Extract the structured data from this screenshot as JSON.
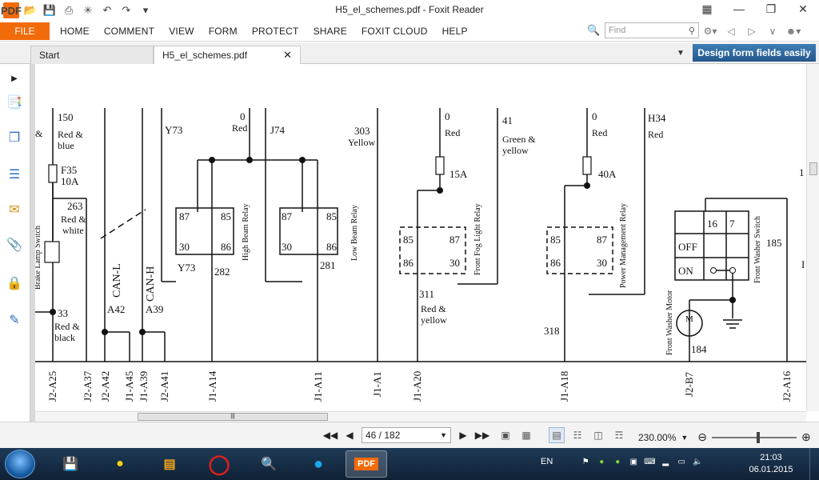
{
  "window": {
    "title": "H5_el_schemes.pdf - Foxit Reader",
    "logo_text": "PDF"
  },
  "ribbon": {
    "file_label": "FILE",
    "tabs": [
      "HOME",
      "COMMENT",
      "VIEW",
      "FORM",
      "PROTECT",
      "SHARE",
      "FOXIT CLOUD",
      "HELP"
    ],
    "find_placeholder": "Find"
  },
  "doc_tabs": {
    "start_label": "Start",
    "active_label": "H5_el_schemes.pdf"
  },
  "banner": {
    "label": "Design form fields easily"
  },
  "schematic": {
    "labels": {
      "amp": "&",
      "w150": "150",
      "red_and": "Red &",
      "blue": "blue",
      "f35": "F35",
      "f35a": "10A",
      "w263": "263",
      "red_and2": "Red &",
      "white": "white",
      "brake": "Brake Lamp Switch",
      "w33": "33",
      "red_and3": "Red &",
      "black": "black",
      "can_l": "CAN-L",
      "can_h": "CAN-H",
      "a42": "A42",
      "a39": "A39",
      "y73": "Y73",
      "y73b": "Y73",
      "w0a": "0",
      "red_a": "Red",
      "j74": "J74",
      "r87a": "87",
      "r85a": "85",
      "r30a": "30",
      "r86a": "86",
      "hbr": "High Beam Relay",
      "w282": "282",
      "r87b": "87",
      "r85b": "85",
      "r30b": "30",
      "r86b": "86",
      "lbr": "Low Beam Relay",
      "w281": "281",
      "w303": "303",
      "yellow": "Yellow",
      "w0b": "0",
      "red_b": "Red",
      "f15": "15A",
      "w41": "41",
      "green_and": "Green &",
      "yellow2": "yellow",
      "r85c": "85",
      "r87c": "87",
      "r86c": "86",
      "r30c": "30",
      "ffr": "Front Fog Light Relay",
      "w311": "311",
      "red_and4": "Red &",
      "yellow3": "yellow",
      "w0c": "0",
      "red_c": "Red",
      "f40": "40A",
      "r85d": "85",
      "r87d": "87",
      "r86d": "86",
      "r30d": "30",
      "pmr": "Power Management Relay",
      "w318": "318",
      "h34": "H34",
      "red_d": "Red",
      "sw16": "16",
      "sw7": "7",
      "off": "OFF",
      "on": "ON",
      "fws": "Front Washer Switch",
      "w185": "185",
      "fwm": "Front Washer Motor",
      "m": "M",
      "w184": "184",
      "p1": "1",
      "p1b": "I",
      "c1": "J2-A25",
      "c2": "J2-A37",
      "c3": "J2-A42",
      "c4": "J1-A45",
      "c5": "J1-A39",
      "c6": "J2-A41",
      "c7": "J1-A14",
      "c8": "J1-A11",
      "c9": "J1-A1",
      "c10": "J1-A20",
      "c11": "J1-A18",
      "c12": "J2-B7",
      "c13": "J2-A16"
    }
  },
  "status": {
    "page_display": "46 / 182",
    "zoom": "230.00%"
  },
  "taskbar": {
    "lang": "EN",
    "time": "21:03",
    "date": "06.01.2015",
    "pdf_label": "PDF"
  }
}
